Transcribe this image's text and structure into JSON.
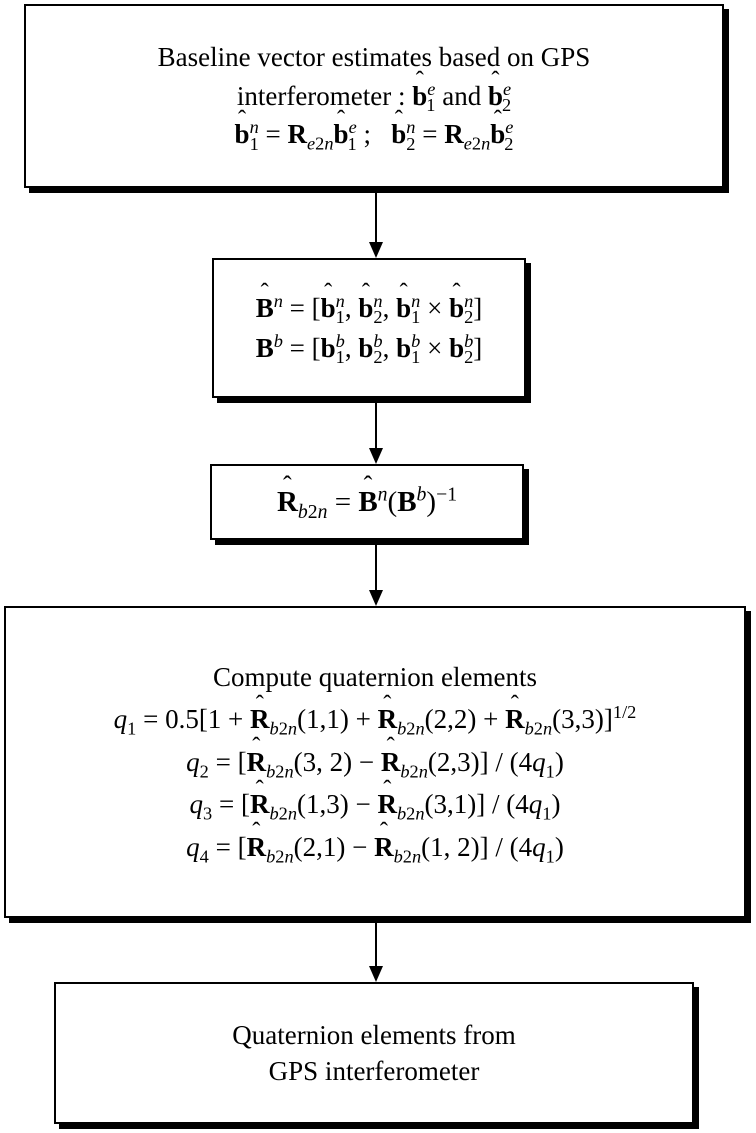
{
  "box1": {
    "text_line1": "Baseline vector estimates based on GPS",
    "text_line2_prefix": "interferometer",
    "text_line2_and": "and"
  },
  "box4": {
    "title": "Compute quaternion elements",
    "q1_coeff": "0.5",
    "q1_exp": "1/2"
  },
  "box5": {
    "line1": "Quaternion elements from",
    "line2": "GPS interferometer"
  },
  "colors": {
    "stroke": "#000000",
    "fill": "#ffffff"
  }
}
